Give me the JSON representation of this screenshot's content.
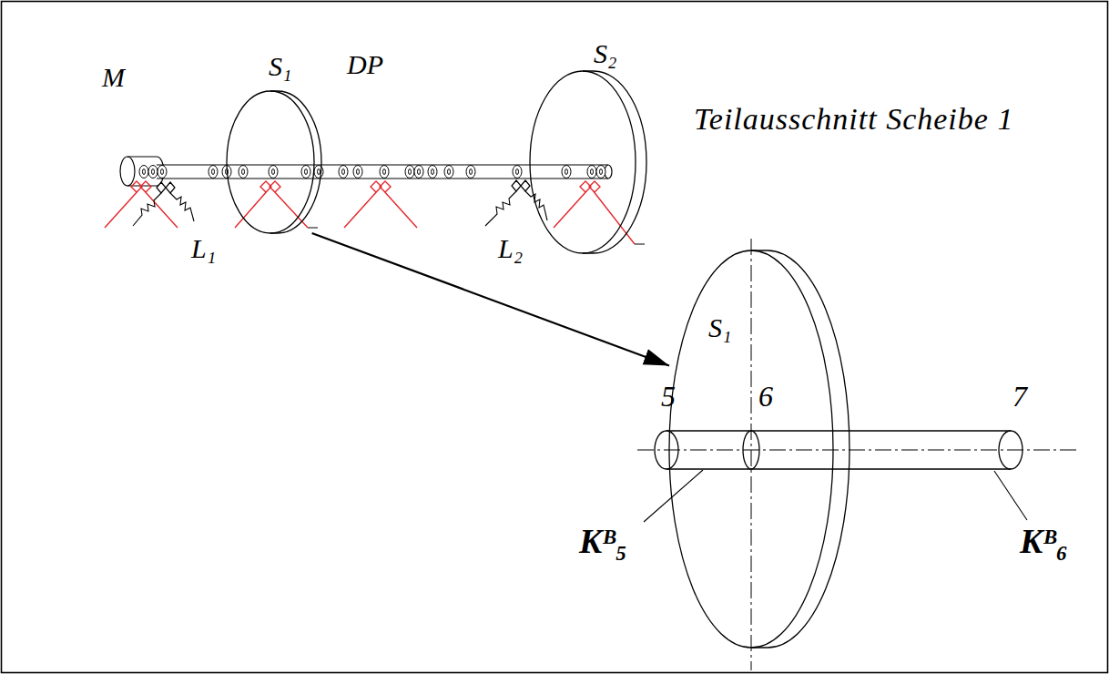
{
  "diagram": {
    "nodes": [
      {
        "text": [
          "S₁"
        ]
      },
      {
        "text": [
          "S₂"
        ]
      },
      {
        "text": [
          "S₁"
        ]
      }
    ],
    "edges": [
      {
        "from": 0,
        "to": 2,
        "arrow": "to"
      }
    ],
    "labels": [
      "M",
      "DP",
      "L₁",
      "L₂",
      "Teilausschnitt Scheibe 1",
      "5",
      "6",
      "7",
      "Kᴮ₅",
      "Kᴮ₆"
    ]
  }
}
